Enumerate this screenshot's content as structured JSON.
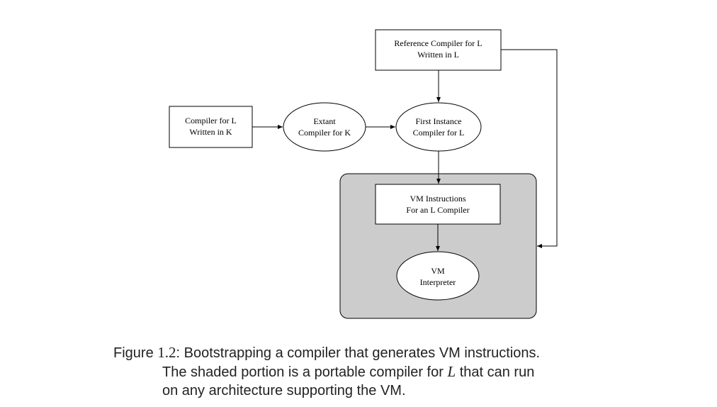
{
  "diagram": {
    "nodes": {
      "reference_compiler": {
        "lines": [
          "Reference Compiler for L",
          "Written in L"
        ]
      },
      "compiler_for_l": {
        "lines": [
          "Compiler for L",
          "Written in K"
        ]
      },
      "extant_compiler": {
        "lines": [
          "Extant",
          "Compiler for K"
        ]
      },
      "first_instance": {
        "lines": [
          "First Instance",
          "Compiler for L"
        ]
      },
      "vm_instructions": {
        "lines": [
          "VM Instructions",
          "For an L Compiler"
        ]
      },
      "vm_interpreter": {
        "lines": [
          "VM",
          "Interpreter"
        ]
      }
    },
    "shaded_region_color": "#cccccc"
  },
  "caption": {
    "prefix": "Figure ",
    "number": "1.2",
    "line1_rest": ": Bootstrapping a compiler that generates VM instructions.",
    "line2_before": "The shaded portion is a portable compiler for ",
    "line2_var": "L",
    "line2_after": " that can run",
    "line3": "on any architecture supporting the VM."
  }
}
